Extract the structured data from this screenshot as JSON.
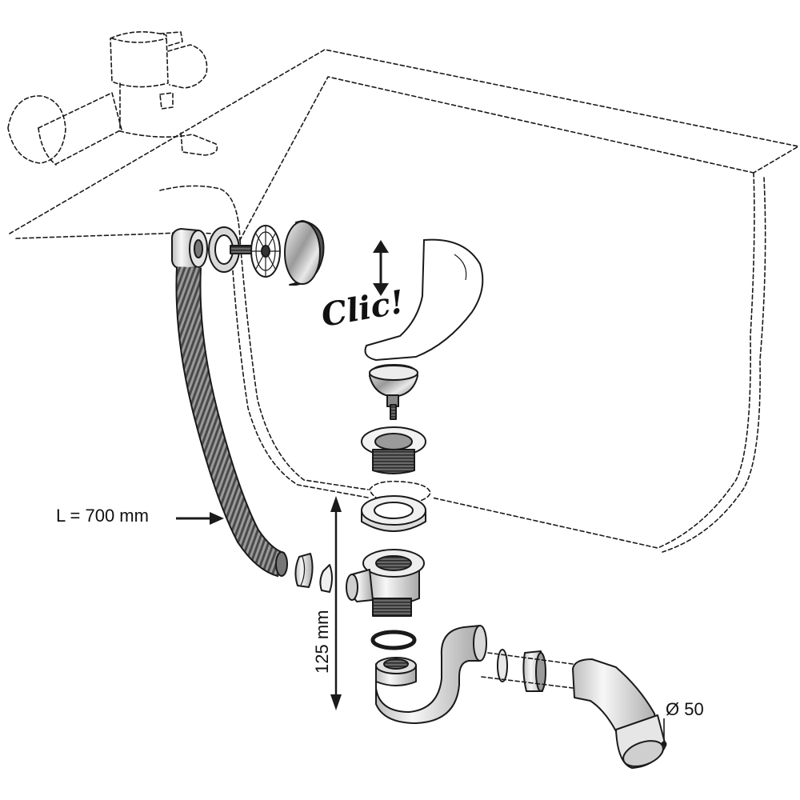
{
  "labels": {
    "hose_length": "L = 700 mm",
    "trap_height": "125 mm",
    "outlet_diameter": "Ø 50",
    "click_word": "Clic!"
  },
  "colors": {
    "line": "#1a1a1a",
    "metal_light": "#e6e6e6",
    "metal_mid": "#bdbdbd",
    "metal_dark": "#6e6e6e",
    "hose": "#8a8a8a"
  }
}
